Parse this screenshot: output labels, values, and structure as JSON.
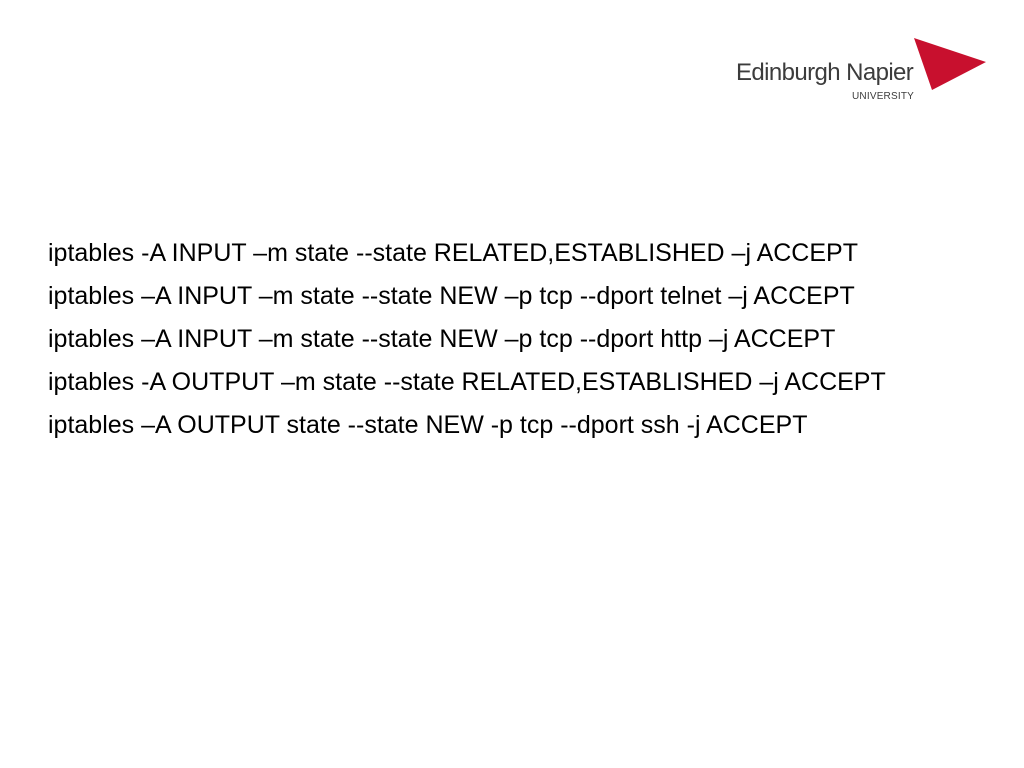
{
  "logo": {
    "name": "Edinburgh Napier",
    "subtitle": "UNIVERSITY",
    "color_text": "#3c3c3c",
    "color_mark": "#c8102e"
  },
  "rules": [
    "iptables -A INPUT –m state --state RELATED,ESTABLISHED –j ACCEPT",
    "iptables –A INPUT –m state --state NEW –p tcp --dport telnet –j ACCEPT",
    "iptables –A INPUT –m state --state NEW –p tcp --dport http –j ACCEPT",
    "iptables -A OUTPUT –m state --state RELATED,ESTABLISHED –j ACCEPT",
    "iptables –A OUTPUT state --state NEW -p tcp --dport ssh -j ACCEPT"
  ]
}
